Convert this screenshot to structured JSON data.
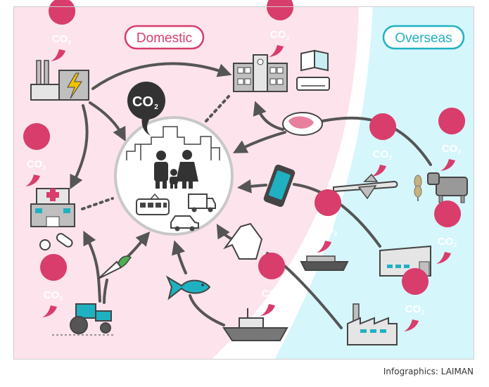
{
  "labels": {
    "domestic": "Domestic",
    "overseas": "Overseas",
    "co2_main": "CO",
    "co2_sub": "2",
    "credit": "Infographics: LAIMAN"
  },
  "colors": {
    "domestic_bg": "#fde3ec",
    "overseas_bg": "#d5f6fb",
    "accent_pink": "#d83d6c",
    "accent_teal": "#1fb1c2",
    "arrow": "#555555"
  },
  "icons": [
    "power-plant-icon",
    "school-icon",
    "book-icon",
    "air-conditioner-icon",
    "hospital-icon",
    "pill-icon",
    "carrot-icon",
    "tractor-icon",
    "fish-icon",
    "fishing-boat-icon",
    "shirt-icon",
    "cargo-ship-icon",
    "smartphone-icon",
    "meat-icon",
    "airplane-icon",
    "cow-icon",
    "wheat-icon",
    "warehouse-icon",
    "factory-icon",
    "family-icon",
    "train-icon",
    "truck-icon",
    "car-icon",
    "city-icon"
  ]
}
